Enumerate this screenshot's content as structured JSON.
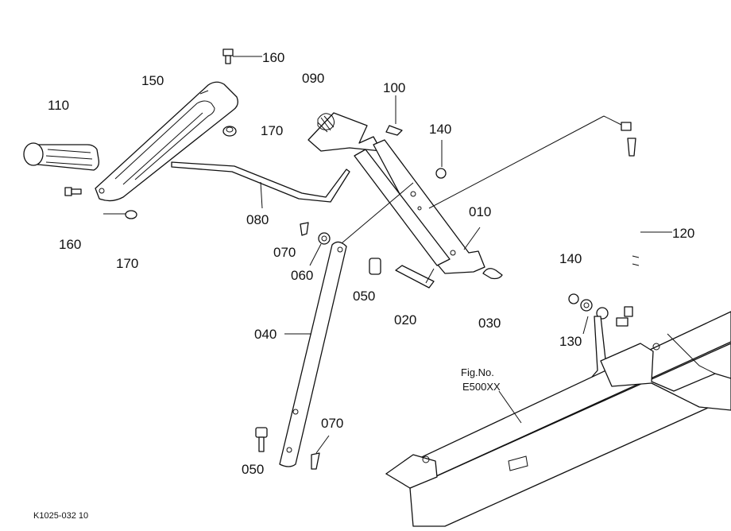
{
  "callouts": {
    "c110": "110",
    "c150": "150",
    "c160_top": "160",
    "c090": "090",
    "c100": "100",
    "c170_top": "170",
    "c140_top": "140",
    "c010": "010",
    "c120": "120",
    "c140_right": "140",
    "c080": "080",
    "c160_left": "160",
    "c170_left": "170",
    "c070_mid": "070",
    "c060": "060",
    "c050_mid": "050",
    "c020": "020",
    "c030": "030",
    "c130": "130",
    "c040": "040",
    "c070_bottom": "070",
    "c050_bottom": "050"
  },
  "figure_ref": {
    "line1": "Fig.No.",
    "line2": "E500XX"
  },
  "drawing_code": "K1025-032 10"
}
